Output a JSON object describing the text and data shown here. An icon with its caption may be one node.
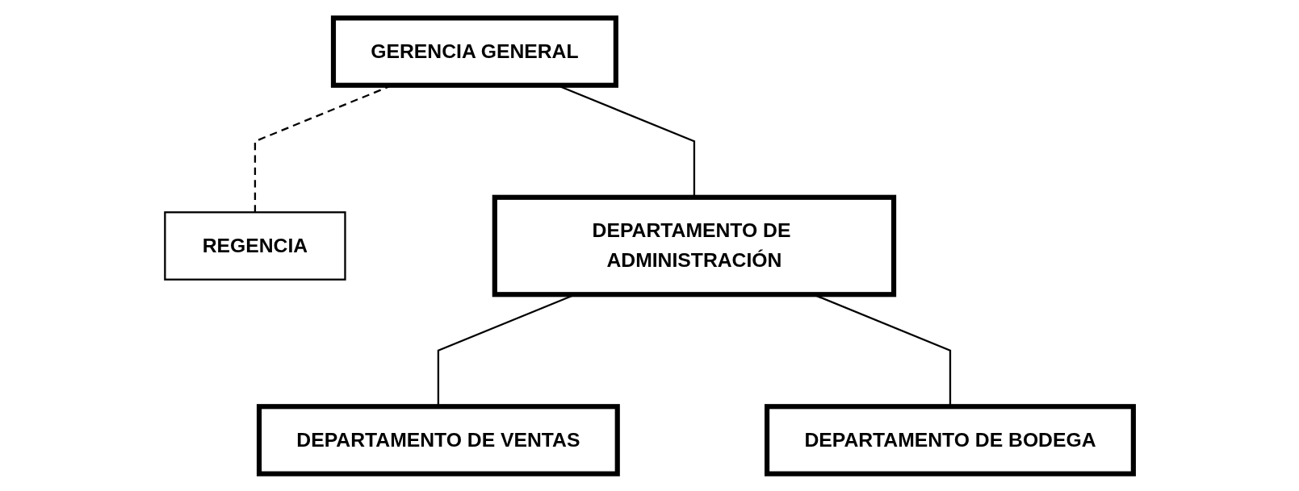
{
  "diagram": {
    "nodes": [
      {
        "text": [
          "GERENCIA GENERAL"
        ]
      },
      {
        "text": [
          "REGENCIA"
        ]
      },
      {
        "text": [
          "DEPARTAMENTO DE ADMINISTRACIÓN"
        ]
      },
      {
        "text": [
          "DEPARTAMENTO DE VENTAS"
        ]
      },
      {
        "text": [
          "DEPARTAMENTO DE BODEGA"
        ]
      }
    ],
    "edges": [
      {
        "from": 0,
        "to": 2,
        "arrow": "none"
      },
      {
        "from": 0,
        "to": 1,
        "arrow": "none",
        "style": "dashed"
      },
      {
        "from": 2,
        "to": 3,
        "arrow": "none"
      },
      {
        "from": 2,
        "to": 4,
        "arrow": "none"
      }
    ]
  }
}
